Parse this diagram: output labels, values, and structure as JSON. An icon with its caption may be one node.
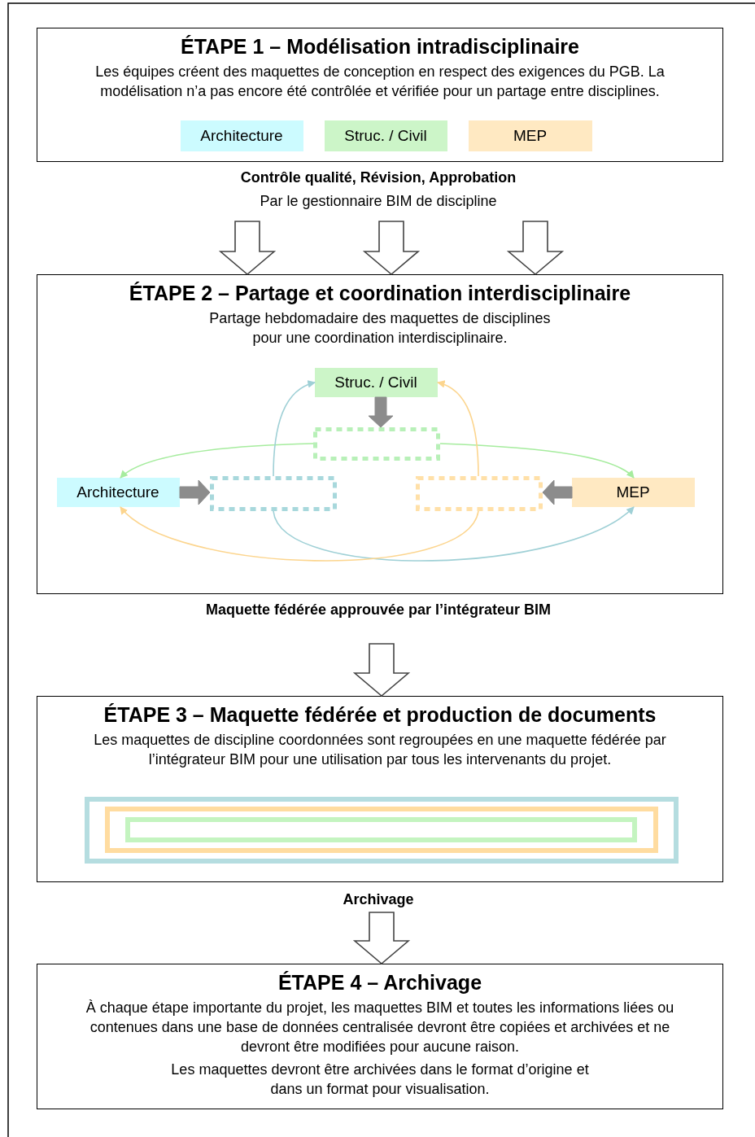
{
  "diagram": {
    "nodes": [
      {
        "text": [
          "ÉTAPE 1 – Modélisation intradisciplinaire",
          "Les équipes créent des maquettes de conception en respect des exigences du PGB. La modélisation n’a pas encore été contrôlée et vérifiée pour un partage entre disciplines."
        ]
      },
      {
        "text": [
          "Architecture"
        ],
        "in": 0
      },
      {
        "text": [
          "Struc. / Civil"
        ],
        "in": 0
      },
      {
        "text": [
          "MEP"
        ],
        "in": 0
      },
      {
        "text": [
          "Contrôle qualité, Révision, Approbation",
          "Par le gestionnaire BIM de discipline"
        ]
      },
      {
        "text": [
          "ÉTAPE 2 – Partage et coordination interdisciplinaire",
          "Partage hebdomadaire des maquettes de disciplines pour une coordination interdisciplinaire."
        ]
      },
      {
        "text": [
          "Struc. / Civil"
        ],
        "in": 5
      },
      {
        "text": [],
        "shape": "box",
        "in": 5
      },
      {
        "text": [
          "Architecture"
        ],
        "in": 5
      },
      {
        "text": [],
        "shape": "box",
        "in": 5
      },
      {
        "text": [],
        "shape": "box",
        "in": 5
      },
      {
        "text": [
          "MEP"
        ],
        "in": 5
      },
      {
        "text": [
          "Maquette fédérée approuvée par l’intégrateur BIM"
        ]
      },
      {
        "text": [
          "ÉTAPE 3 – Maquette fédérée et production de documents",
          "Les maquettes de discipline coordonnées sont regroupées en une maquette fédérée par l’intégrateur BIM pour une utilisation par tous les intervenants du projet."
        ]
      },
      {
        "text": [],
        "shape": "box",
        "in": 13
      },
      {
        "text": [],
        "shape": "box",
        "in": 14
      },
      {
        "text": [],
        "shape": "box",
        "in": 15
      },
      {
        "text": [
          "Archivage"
        ]
      },
      {
        "text": [
          "ÉTAPE 4 – Archivage",
          "À chaque étape importante du projet, les maquettes BIM et toutes les informations liées ou contenues dans une base de données centralisée devront être copiées et archivées et ne devront être modifiées pour aucune raison.",
          "Les maquettes devront être archivées dans le format d’origine et dans un format pour visualisation."
        ]
      }
    ],
    "edges": [
      {
        "from": 4,
        "to": 5,
        "arrow": "to",
        "style": "thick"
      },
      {
        "from": 4,
        "to": 5,
        "arrow": "to",
        "style": "thick"
      },
      {
        "from": 4,
        "to": 5,
        "arrow": "to",
        "style": "thick"
      },
      {
        "from": 6,
        "to": 7,
        "arrow": "to",
        "style": "thick"
      },
      {
        "from": 8,
        "to": 9,
        "arrow": "to",
        "style": "thick"
      },
      {
        "from": 11,
        "to": 10,
        "arrow": "to",
        "style": "thick"
      },
      {
        "from": 7,
        "to": 8,
        "arrow": "to",
        "color": "#a6ec9e"
      },
      {
        "from": 7,
        "to": 11,
        "arrow": "to",
        "color": "#a6ec9e"
      },
      {
        "from": 9,
        "to": 6,
        "arrow": "to",
        "color": "#9fd0d6"
      },
      {
        "from": 9,
        "to": 11,
        "arrow": "to",
        "color": "#9fd0d6"
      },
      {
        "from": 10,
        "to": 6,
        "arrow": "to",
        "color": "#fcd58e"
      },
      {
        "from": 10,
        "to": 8,
        "arrow": "to",
        "color": "#fcd58e"
      },
      {
        "from": 12,
        "to": 13,
        "arrow": "to",
        "style": "thick"
      },
      {
        "from": 17,
        "to": 18,
        "arrow": "to",
        "style": "thick"
      }
    ]
  }
}
